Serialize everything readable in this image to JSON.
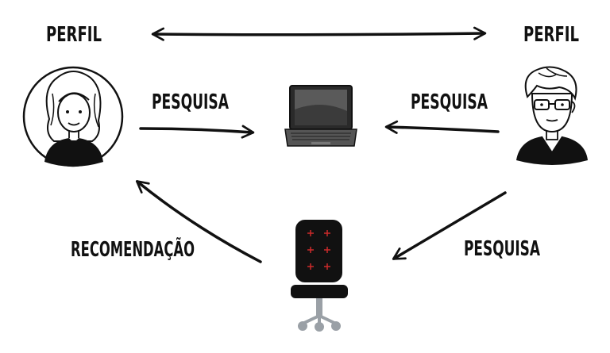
{
  "labels": {
    "perfil_left": "PERFIL",
    "perfil_right": "PERFIL",
    "pesquisa_left": "PESQUISA",
    "pesquisa_right": "PESQUISA",
    "pesquisa_bottom": "PESQUISA",
    "recomendacao": "RECOMENDAÇÃO"
  },
  "nodes": {
    "woman": "woman-avatar-icon",
    "man": "man-avatar-icon",
    "laptop": "laptop-icon",
    "chair": "office-chair-icon"
  },
  "colors": {
    "ink": "#111111",
    "chair_plus": "#cc2a2a",
    "chair_base": "#9aa0a6"
  }
}
